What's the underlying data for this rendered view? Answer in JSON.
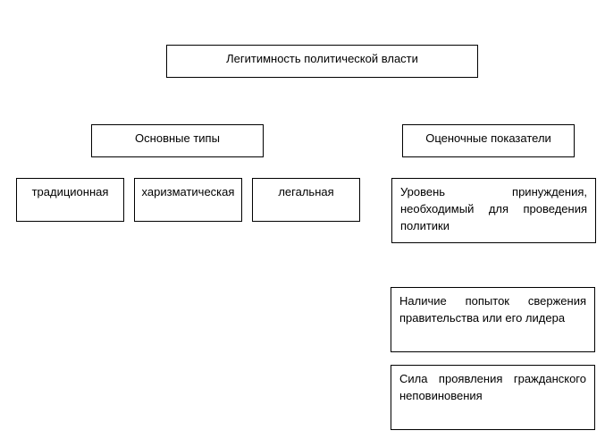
{
  "root": {
    "label": "Легитимность политической власти"
  },
  "types": {
    "label": "Основные типы",
    "items": [
      {
        "label": "традиционная"
      },
      {
        "label": "харизматическая"
      },
      {
        "label": "легальная"
      }
    ]
  },
  "indicators": {
    "label": "Оценочные показатели",
    "items": [
      {
        "label": "Уровень принуждения, необходимый для проведения политики"
      },
      {
        "label": "Наличие попыток свержения правительства или его лидера"
      },
      {
        "label": "Сила проявления гражданского неповиновения"
      }
    ]
  }
}
